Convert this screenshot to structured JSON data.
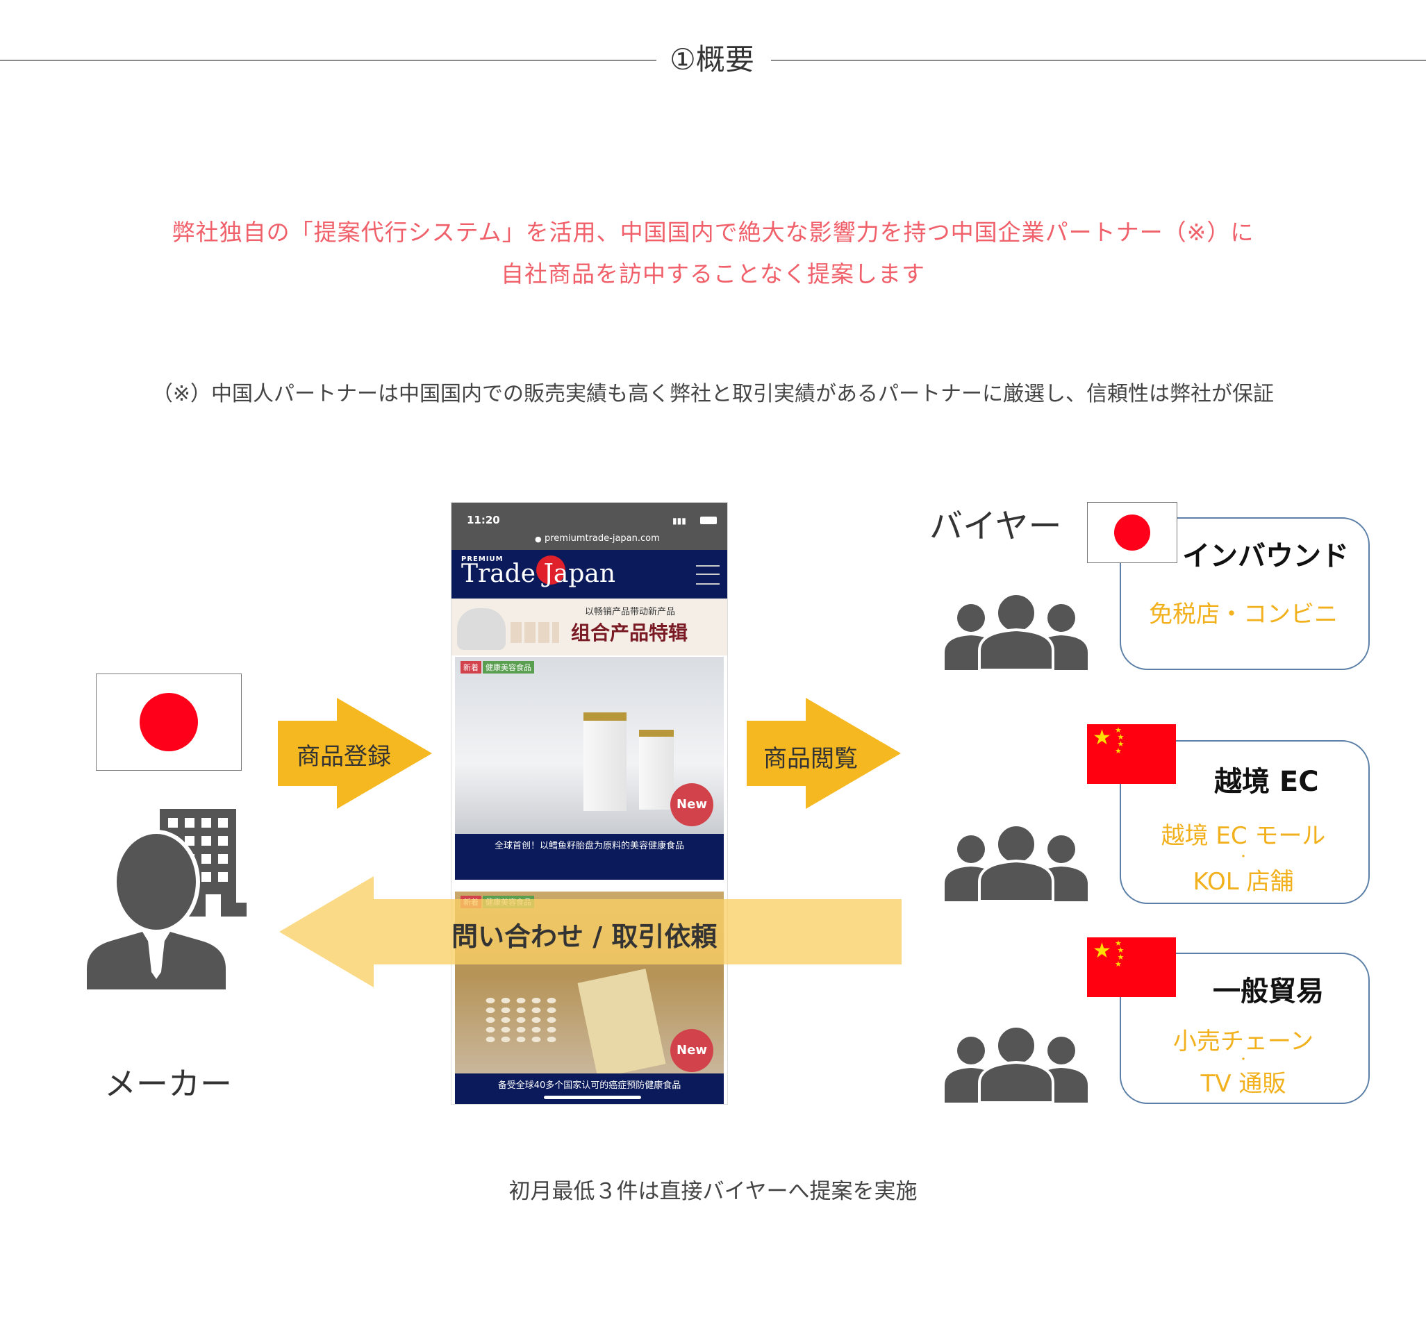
{
  "header": {
    "title": "①概要"
  },
  "lead": {
    "line1": "弊社独自の「提案代行システム」を活用、中国国内で絶大な影響力を持つ中国企業パートナー（※）に",
    "line2": "自社商品を訪中することなく提案します"
  },
  "note": "（※）中国人パートナーは中国国内での販売実績も高く弊社と取引実績があるパートナーに厳選し、信頼性は弊社が保証",
  "maker": {
    "label": "メーカー"
  },
  "arrows": {
    "register": "商品登録",
    "browse": "商品閲覧",
    "inquiry": "問い合わせ / 取引依頼"
  },
  "phone": {
    "time": "11:20",
    "url": "premiumtrade-japan.com",
    "logo_small": "PREMIUM",
    "logo": "Trade Japan",
    "banner_line1": "以畅销产品带动新产品",
    "banner_line2": "组合产品特辑",
    "card1_tags": [
      "新着",
      "健康美容食品"
    ],
    "card1_caption": "全球首创！以鳕鱼籽胎盘为原料的美容健康食品",
    "card2_tags": [
      "新着",
      "健康美容食品"
    ],
    "card2_caption": "备受全球40多个国家认可的癌症预防健康食品",
    "new_badge": "New"
  },
  "buyers": {
    "label": "バイヤー",
    "groups": [
      {
        "title": "インバウンド",
        "sub1": "免税店・コンビニ",
        "sub2": "",
        "sep": ""
      },
      {
        "title": "越境 EC",
        "sub1": "越境 EC モール",
        "sub2": "KOL 店舗",
        "sep": "・"
      },
      {
        "title": "一般貿易",
        "sub1": "小売チェーン",
        "sub2": "TV 通販",
        "sep": "・"
      }
    ]
  },
  "footer": "初月最低３件は直接バイヤーへ提案を実施",
  "colors": {
    "accent_text": "#f0606a",
    "arrow": "#f5b820",
    "arrow_faded": "#fbd97a",
    "box_border": "#5b7fa6",
    "box_sub_text": "#f1b01c",
    "flag_red": "#ff001a",
    "phone_navy": "#0a1a5a",
    "icon_gray": "#555555"
  }
}
